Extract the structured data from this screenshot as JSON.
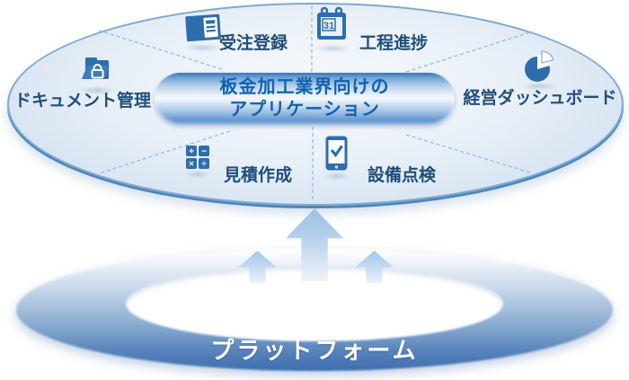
{
  "diagram": {
    "center": {
      "line1": "板金加工業界向けの",
      "line2": "アプリケーション"
    },
    "applications": [
      {
        "label": "ドキュメント管理",
        "icon": "folder-lock-icon"
      },
      {
        "label": "受注登録",
        "icon": "order-book-icon"
      },
      {
        "label": "工程進捗",
        "icon": "calendar-icon",
        "calendar_day": "31"
      },
      {
        "label": "経営ダッシュボード",
        "icon": "pie-chart-icon"
      },
      {
        "label": "設備点検",
        "icon": "smartphone-check-icon"
      },
      {
        "label": "見積作成",
        "icon": "calculator-icon"
      }
    ],
    "calculator_glyphs": {
      "plus": "+",
      "minus": "−",
      "times": "×",
      "divide": "÷"
    },
    "platform": {
      "label": "プラットフォーム"
    },
    "colors": {
      "icon_blue": "#2e6dad",
      "label_navy": "#1f4e79",
      "pill_text_blue": "#0e63b0",
      "ellipse_border": "#7ea8d3",
      "ring_bottom_blue": "#3f6fae",
      "arrow_blue": "#9ec2e6"
    }
  }
}
